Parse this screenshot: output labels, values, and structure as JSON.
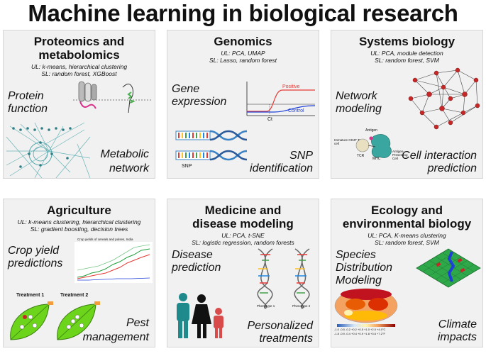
{
  "title": "Machine learning in biological research",
  "panels": {
    "proteomics": {
      "title_line1": "Proteomics and",
      "title_line2": "metabolomics",
      "ul": "UL: k-means, hierarchical clustering",
      "sl": "SL: random forest, XGBoost",
      "labels": {
        "a1": "Protein",
        "a2": "function",
        "b1": "Metabolic",
        "b2": "network"
      }
    },
    "genomics": {
      "title": "Genomics",
      "ul": "UL: PCA, UMAP",
      "sl": "SL: Lasso, random forest",
      "labels": {
        "a1": "Gene",
        "a2": "expression",
        "b1": "SNP",
        "b2": "identification"
      },
      "plot": {
        "positive": "Positive",
        "control": "Control",
        "ct": "Ct"
      },
      "snp_label": "SNP"
    },
    "systems": {
      "title": "Systems biology",
      "ul": "UL: PCA, module detection",
      "sl": "SL: random forest, SVM",
      "labels": {
        "a1": "Network",
        "a2": "modeling",
        "b1": "Cell interaction",
        "b2": "prediction"
      },
      "cells": {
        "tcell": "Immature CD4T T cell",
        "antigen": "Antigen",
        "apc": "Antigen-Presenting Cell",
        "tcr": "TCR",
        "mhc": "MHC"
      }
    },
    "agriculture": {
      "title": "Agriculture",
      "ul": "UL: k-means clustering, hierarchical clustering",
      "sl": "SL: gradient boosting, decision trees",
      "labels": {
        "a1": "Crop yield",
        "a2": "predictions",
        "b1": "Pest",
        "b2": "management"
      },
      "chart_caption": "Crop yields of cereals and pulses, India",
      "treatment1": "Treatment 1",
      "treatment2": "Treatment 2"
    },
    "medicine": {
      "title_line1": "Medicine and",
      "title_line2": "disease modeling",
      "ul": "UL: PCA, t-SNE",
      "sl": "SL: logistic regression, random forests",
      "labels": {
        "a1": "Disease",
        "a2": "prediction",
        "b1": "Personalized",
        "b2": "treatments"
      },
      "phenotype1": "Phenotype 1",
      "phenotype2": "Phenotype 2"
    },
    "ecology": {
      "title_line1": "Ecology and",
      "title_line2": "environmental biology",
      "ul": "UL: PCA, K-means clustering",
      "sl": "SL: random forest, SVM",
      "labels": {
        "a1": "Species",
        "a2": "Distribution",
        "a3": "Modeling",
        "b1": "Climate",
        "b2": "impacts"
      },
      "scale_top": "-1.0 -0.5 -0.2 +0.2 +0.5 +1.0 +2.0 +4.0°C",
      "scale_bottom": "-1.8 -0.9 -0.4 +0.4 +0.9 +1.8 +3.6 +7.2°F"
    }
  },
  "colors": {
    "panel_bg": "#f1f1f1",
    "dna_blue": "#3b82c4",
    "network_node": "#c62828",
    "teal_network": "#4aa3a8",
    "leaf_green": "#6dd41c",
    "person_teal": "#1f8a8c",
    "person_red": "#d94b4b"
  }
}
